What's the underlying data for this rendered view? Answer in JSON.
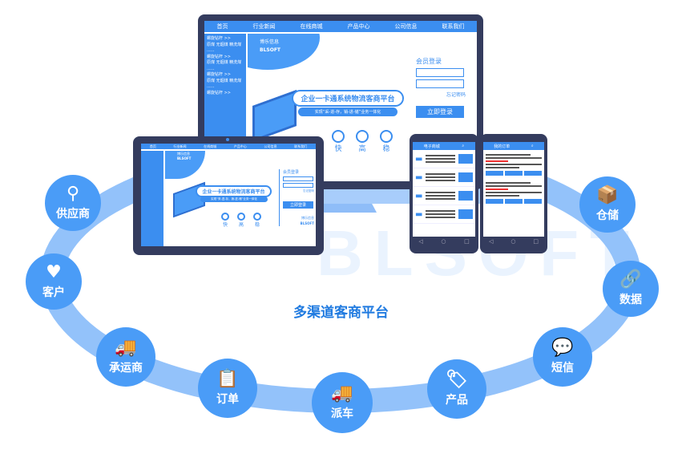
{
  "watermark": "BLSOFT",
  "center_title": "多渠道客商平台",
  "colors": {
    "accent": "#4a9cf7",
    "ring": "#93c2fa",
    "frame": "#343c5e",
    "title": "#1f7ae0"
  },
  "nodes": [
    {
      "label": "供应商",
      "icon": "user-search-icon",
      "glyph": "⚲"
    },
    {
      "label": "客户",
      "icon": "user-heart-icon",
      "glyph": "♥"
    },
    {
      "label": "承运商",
      "icon": "truck-icon",
      "glyph": "🚚"
    },
    {
      "label": "订单",
      "icon": "clipboard-icon",
      "glyph": "📋"
    },
    {
      "label": "派车",
      "icon": "truck-icon",
      "glyph": "🚚"
    },
    {
      "label": "产品",
      "icon": "tag-icon",
      "glyph": "🏷"
    },
    {
      "label": "短信",
      "icon": "message-icon",
      "glyph": "💬"
    },
    {
      "label": "数据",
      "icon": "link-icon",
      "glyph": "🔗"
    },
    {
      "label": "仓储",
      "icon": "box-icon",
      "glyph": "📦"
    }
  ],
  "website": {
    "nav": [
      "首页",
      "行业新闻",
      "在线商城",
      "产品中心",
      "公司信息",
      "联系我们"
    ],
    "side": [
      "螺旋钻杆 >>",
      "原煤 无烟煤 精洗煤 ......",
      "螺旋钻杆 >>",
      "原煤 无烟煤 精洗煤 ......",
      "螺旋钻杆 >>",
      "原煤 无烟煤 精洗煤 ......",
      "螺旋钻杆 >>"
    ],
    "brand_cn": "博乐信息",
    "brand_en": "BLSOFT",
    "hero_title": "企业一卡通系统物流客商平台",
    "hero_sub": "实现“采-进-存，销-进-储”业务一体化",
    "features": [
      "快",
      "高",
      "稳"
    ],
    "login_title": "会员登录",
    "forgot": "忘记密码",
    "login_button": "立即登录"
  },
  "phones": [
    {
      "title": "电子商城"
    },
    {
      "title": "我的订单"
    }
  ]
}
